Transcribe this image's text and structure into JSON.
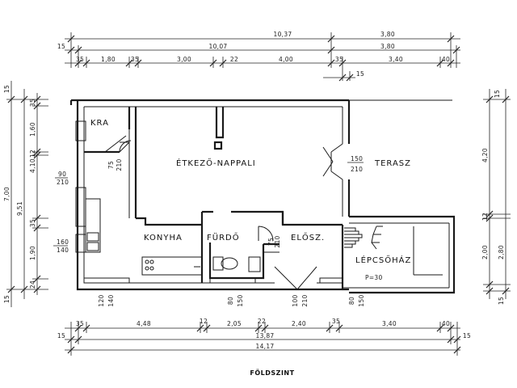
{
  "plan_title": "FÖLDSZINT",
  "rooms": {
    "kra": "KRA",
    "etkezo_nappali": "ÉTKEZŐ-NAPPALI",
    "terasz": "TERASZ",
    "konyha": "KONYHA",
    "furdo": "FÜRDŐ",
    "eloszoba": "ELŐSZ.",
    "lepcsohaz": "LÉPCSŐHÁZ"
  },
  "top_dimensions": {
    "row1": [
      "10,37",
      "3,80"
    ],
    "row2": [
      "15",
      "10,07",
      "3,80"
    ],
    "row3": [
      "35",
      "1,80",
      "35",
      "3,00",
      "22",
      "4,00",
      "35",
      "3,40",
      "40"
    ],
    "row4": [
      "15"
    ]
  },
  "bottom_dimensions": {
    "row1": [
      "35",
      "4,48",
      "12",
      "2,05",
      "22",
      "2,40",
      "35",
      "3,40",
      "40"
    ],
    "row2": [
      "15",
      "13,87",
      "15"
    ],
    "row3": [
      "14,17"
    ]
  },
  "left_dimensions": {
    "outer": [
      "15",
      "7,00",
      "15"
    ],
    "middle": [
      "9,51"
    ],
    "inner": [
      "35",
      "1,60",
      "12",
      "4,10",
      "35",
      "1,90",
      "24"
    ]
  },
  "right_dimensions": [
    "15",
    "4,20",
    "12",
    "2,00",
    "2,80",
    "15"
  ],
  "opening_labels": {
    "kra_door_a": "75",
    "kra_door_b": "210",
    "kra_window_a": "90",
    "kra_window_b": "210",
    "kitchen_window_a": "160",
    "kitchen_window_b": "140",
    "terrace_door_a": "150",
    "terrace_door_b": "210",
    "bath_door_a": "75",
    "bath_door_b": "210",
    "stair_note": "P=30",
    "sill_1": "120",
    "sill_2": "140",
    "sill_3": "80",
    "sill_4": "150",
    "sill_5": "100",
    "sill_6": "210",
    "sill_7": "80",
    "sill_8": "150"
  }
}
